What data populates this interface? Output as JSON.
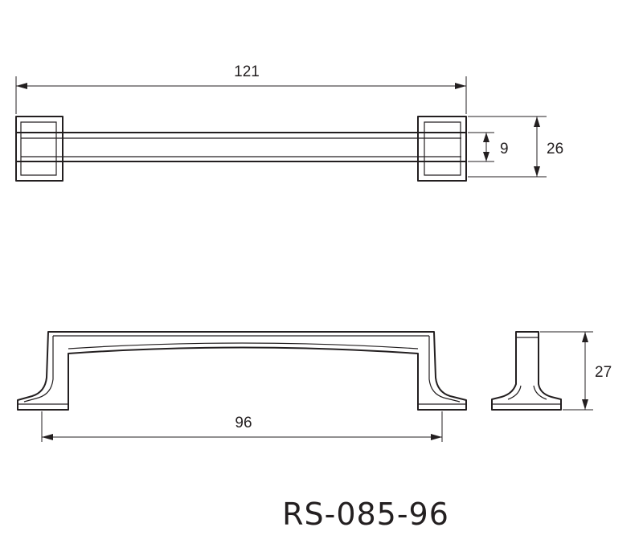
{
  "dimensions": {
    "overall_length": "121",
    "grip_width": "9",
    "base_width": "26",
    "hole_spacing": "96",
    "projection": "27"
  },
  "model_code": "RS-085-96",
  "colors": {
    "line": "#231f20",
    "background": "#ffffff"
  }
}
